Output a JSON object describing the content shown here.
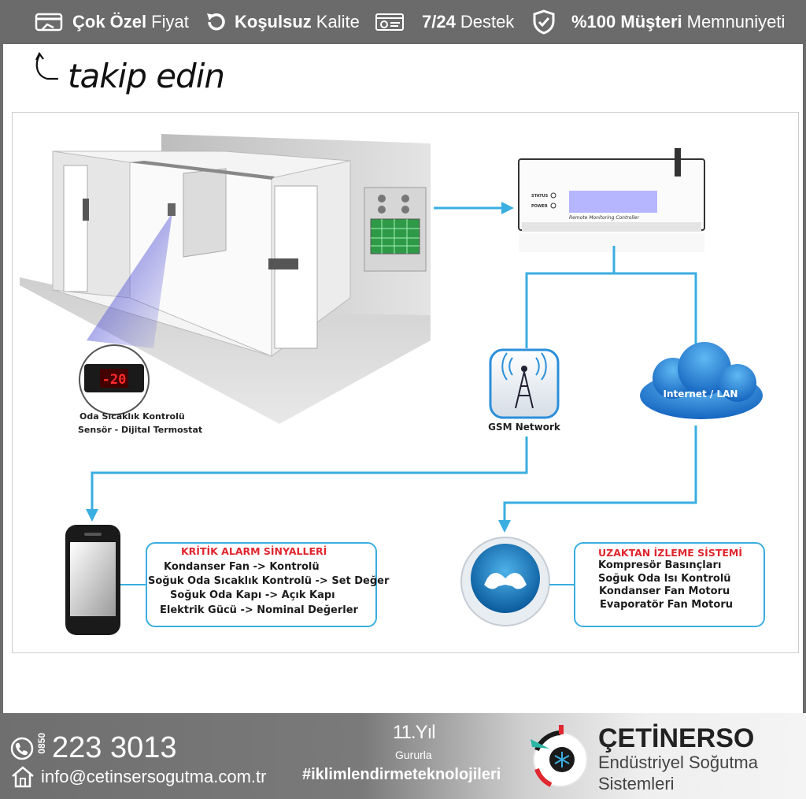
{
  "topbar": {
    "items": [
      {
        "bold": "Çok Özel",
        "text": "Fiyat",
        "icon": "credit-card-icon"
      },
      {
        "bold": "Koşulsuz",
        "text": "Kalite",
        "icon": "refresh-icon"
      },
      {
        "bold": "7/24",
        "text": "Destek",
        "icon": "support-card-icon"
      },
      {
        "bold": "%100 Müşteri",
        "text": "Memnuniyeti",
        "icon": "shield-check-icon"
      }
    ]
  },
  "follow": {
    "text": "takip edin"
  },
  "diagram": {
    "controller_status": "STATUS",
    "controller_power": "POWER",
    "controller_label": "Remote Monitoring Controller",
    "thermostat_display": "-20",
    "sensor_line1": "Oda Sıcaklık Kontrolü",
    "sensor_line2": "Sensör - Dijital Termostat",
    "gsm_label": "GSM Network",
    "internet_label": "Internet / LAN"
  },
  "alarm_box": {
    "title": "KRİTİK ALARM SİNYALLERİ",
    "lines": [
      "Kondanser Fan -> Kontrolü",
      "Soğuk Oda Sıcaklık Kontrolü -> Set Değer",
      "Soğuk Oda Kapı -> Açık Kapı",
      "Elektrik Gücü -> Nominal Değerler"
    ]
  },
  "monitor_box": {
    "title": "UZAKTAN İZLEME SİSTEMİ",
    "lines": [
      "Kompresör Basınçları",
      "Soğuk Oda Isı Kontrolü",
      "Kondanser Fan Motoru",
      "Evaporatör Fan Motoru"
    ]
  },
  "footer": {
    "phone_prefix": "0850",
    "phone": "223 3013",
    "email": "info@cetinsersogutma.com.tr",
    "years": "11.Yıl",
    "gururla": "Gururla",
    "hashtag": "#iklimlendirmeteknolojileri",
    "brand": "ÇETİNERSO",
    "brand_sub1": "Endüstriyel Soğutma",
    "brand_sub2": "Sistemleri"
  },
  "colors": {
    "bar": "#6b6b6b",
    "line_blue": "#3aaee0",
    "alarm_red": "#e0262e"
  }
}
